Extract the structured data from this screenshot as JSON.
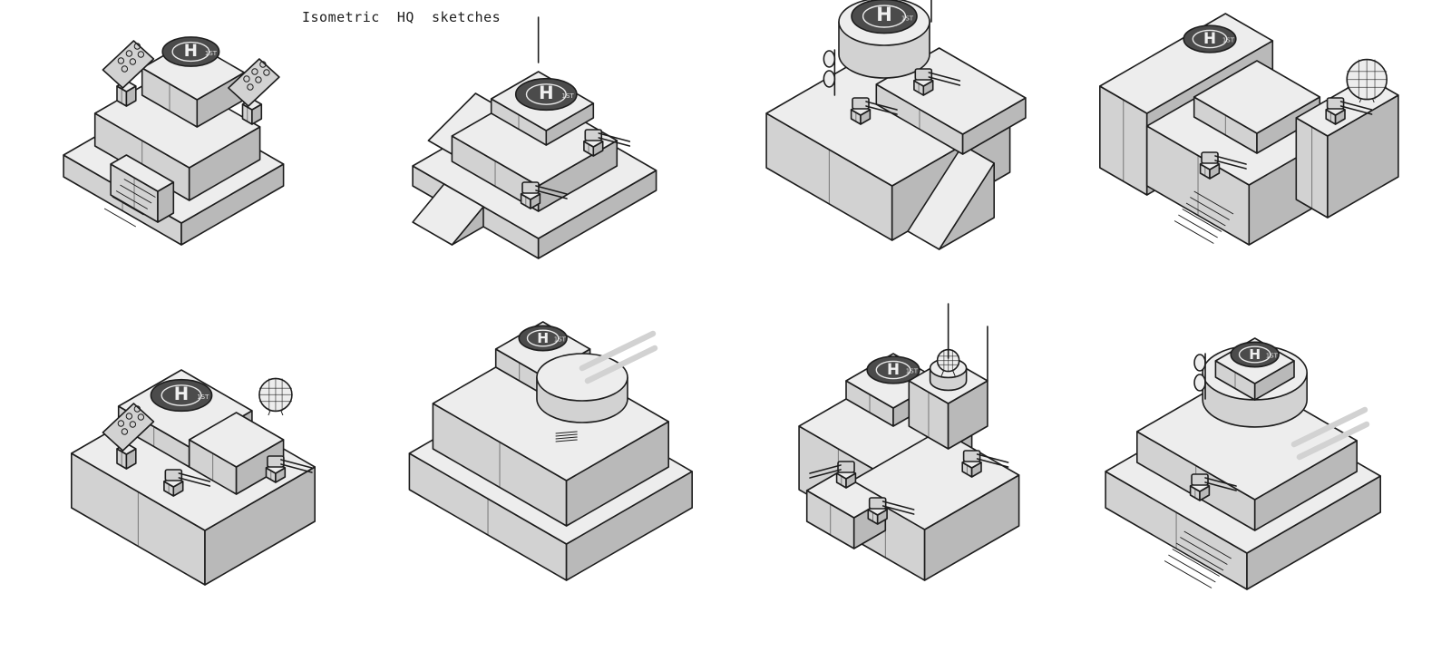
{
  "title": "Isometric  HQ  sketches",
  "palette": {
    "paper": "#ffffff",
    "ink": "#1d1d1d",
    "top": "#ededed",
    "left": "#d2d2d2",
    "right": "#b9b9b9",
    "pad": "#4b4b4b"
  },
  "pad_text": {
    "letter": "H",
    "caption": "1ST"
  },
  "sketches": [
    {
      "id": "hq-1",
      "features": [
        "helipad",
        "missile-launcher",
        "missile-launcher",
        "stairs"
      ]
    },
    {
      "id": "hq-2",
      "features": [
        "helipad",
        "antenna",
        "turret",
        "turret",
        "ramp"
      ]
    },
    {
      "id": "hq-3",
      "features": [
        "helipad",
        "flag",
        "satellite-dish",
        "turret",
        "turret",
        "ramp"
      ]
    },
    {
      "id": "hq-4",
      "features": [
        "helipad",
        "radar-dome",
        "turret",
        "turret",
        "stairs"
      ]
    },
    {
      "id": "hq-5",
      "features": [
        "helipad",
        "radar-dome",
        "missile-launcher",
        "turret",
        "turret"
      ]
    },
    {
      "id": "hq-6",
      "features": [
        "helipad",
        "heavy-cannon",
        "vent"
      ]
    },
    {
      "id": "hq-7",
      "features": [
        "helipad",
        "radar-dome",
        "antenna",
        "turret",
        "turret",
        "turret"
      ]
    },
    {
      "id": "hq-8",
      "features": [
        "helipad",
        "satellite-dish",
        "heavy-cannon",
        "turret",
        "stairs"
      ]
    }
  ]
}
